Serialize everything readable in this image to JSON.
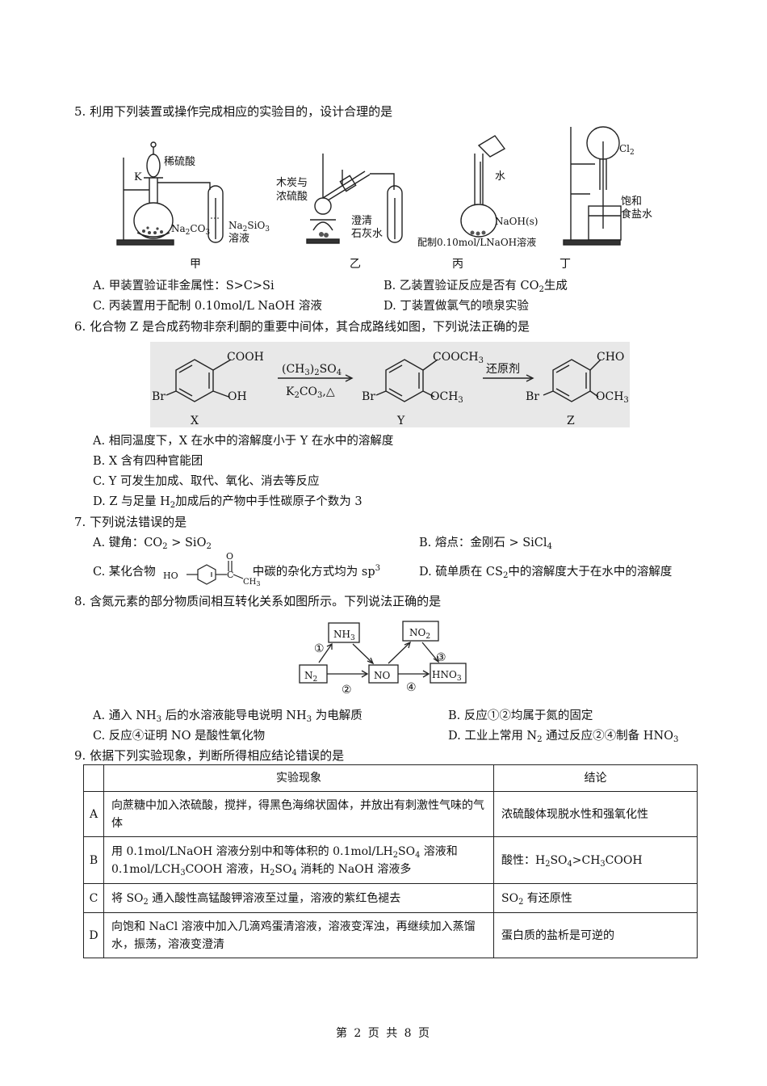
{
  "q5": {
    "stem": "5. 利用下列装置或操作完成相应的实验目的，设计合理的是",
    "app_jia": {
      "reagent_top": "稀硫酸",
      "valve": "K",
      "flask": "Na2CO3",
      "tube": "Na2SiO3",
      "tube2": "溶液",
      "caption": "甲"
    },
    "app_yi": {
      "reagent1": "木炭与",
      "reagent2": "浓硫酸",
      "tube1": "澄清",
      "tube2": "石灰水",
      "caption": "乙"
    },
    "app_bing": {
      "water": "水",
      "flask": "NaOH(s)",
      "note": "配制0.10mol/LNaOH溶液",
      "caption": "丙"
    },
    "app_ding": {
      "gas": "Cl2",
      "liquid1": "饱和",
      "liquid2": "食盐水",
      "caption": "丁"
    },
    "options": {
      "A": "A. 甲装置验证非金属性：S>C>Si",
      "B_pre": "B. 乙装置验证反应是否有 CO",
      "B_sub": "2",
      "B_post": "生成",
      "C": "C. 丙装置用于配制 0.10mol/L NaOH 溶液",
      "D": "D. 丁装置做氯气的喷泉实验"
    }
  },
  "q6": {
    "stem": "6. 化合物 Z 是合成药物非奈利酮的重要中间体，其合成路线如图，下列说法正确的是",
    "scheme": {
      "x_top": "COOH",
      "x_oh": "OH",
      "x_br": "Br",
      "x_label": "X",
      "reagent1_top": "(CH3)2SO4",
      "reagent1_bot": "K2CO3,△",
      "y_top": "COOCH3",
      "y_ome": "OCH3",
      "y_br": "Br",
      "y_label": "Y",
      "reagent2": "还原剂",
      "z_top": "CHO",
      "z_ome": "OCH3",
      "z_br": "Br",
      "z_label": "Z"
    },
    "options": {
      "A": "A. 相同温度下，X 在水中的溶解度小于 Y 在水中的溶解度",
      "B": "B. X 含有四种官能团",
      "C": "C. Y 可发生加成、取代、氧化、消去等反应",
      "D_pre": "D. Z 与足量 H",
      "D_sub": "2",
      "D_post": "加成后的产物中手性碳原子个数为 3"
    }
  },
  "q7": {
    "stem": "7. 下列说法错误的是",
    "options": {
      "A_pre": "A. 键角：CO",
      "A_sub": "2",
      "A_mid": " > SiO",
      "A_sub2": "2",
      "B_pre": "B. 熔点：金刚石 > SiCl",
      "B_sub": "4",
      "C_pre": "C. 某化合物",
      "C_struct_ho": "HO",
      "C_struct_o": "O",
      "C_struct_c": "C",
      "C_struct_ch3": "CH3",
      "C_post": "中碳的杂化方式均为 sp",
      "C_sup": "3",
      "D_pre": "D. 硫单质在 CS",
      "D_sub": "2",
      "D_post": "中的溶解度大于在水中的溶解度"
    }
  },
  "q8": {
    "stem": "8. 含氮元素的部分物质间相互转化关系如图所示。下列说法正确的是",
    "diagram": {
      "nh3": "NH3",
      "no2": "NO2",
      "n2": "N2",
      "no": "NO",
      "hno3": "HNO3",
      "r1": "①",
      "r2": "②",
      "r3": "③",
      "r4": "④"
    },
    "options": {
      "A": "A. 通入 NH3 后的水溶液能导电说明 NH3 为电解质",
      "B": "B. 反应①②均属于氮的固定",
      "C": "C. 反应④证明 NO 是酸性氧化物",
      "D": "D. 工业上常用 N2 通过反应②④制备 HNO3"
    }
  },
  "q9": {
    "stem": "9. 依据下列实验现象，判断所得相应结论错误的是",
    "table": {
      "header": {
        "obs": "实验现象",
        "con": "结论"
      },
      "rows": [
        {
          "letter": "A",
          "obs": "向蔗糖中加入浓硫酸，搅拌，得黑色海绵状固体，并放出有刺激性气味的气体",
          "con": "浓硫酸体现脱水性和强氧化性"
        },
        {
          "letter": "B",
          "obs": "用 0.1mol/LNaOH 溶液分别中和等体积的 0.1mol/LH2SO4 溶液和 0.1mol/LCH3COOH 溶液，H2SO4 消耗的 NaOH 溶液多",
          "con": "酸性：H2SO4>CH3COOH"
        },
        {
          "letter": "C",
          "obs": "将 SO2 通入酸性高锰酸钾溶液至过量，溶液的紫红色褪去",
          "con": "SO2 有还原性"
        },
        {
          "letter": "D",
          "obs": "向饱和 NaCl 溶液中加入几滴鸡蛋清溶液，溶液变浑浊，再继续加入蒸馏水，振荡，溶液变澄清",
          "con": "蛋白质的盐析是可逆的"
        }
      ]
    }
  },
  "footer": "第 2 页 共 8 页"
}
